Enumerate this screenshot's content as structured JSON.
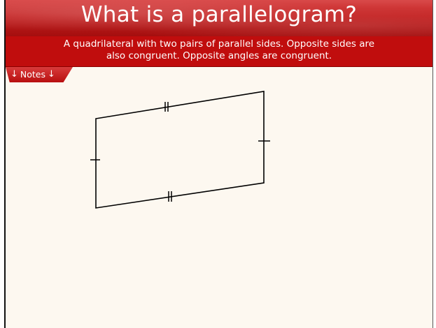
{
  "slide": {
    "title": "What is a parallelogram?",
    "subtitle_line1": "A quadrilateral with two pairs of parallel sides.  Opposite sides are",
    "subtitle_line2": "also congruent.  Opposite angles are congruent.",
    "notes_tab": {
      "left_icon": "down-arrow-icon",
      "label": "Notes",
      "right_icon": "down-arrow-icon"
    }
  },
  "colors": {
    "accent_red": "#c00d0d",
    "slide_background": "#fdf8f0",
    "shape_stroke": "#000000"
  },
  "figure": {
    "shape": "parallelogram",
    "tick_marks": {
      "single_tick_sides": [
        "left",
        "right"
      ],
      "double_tick_sides": [
        "top",
        "bottom"
      ]
    }
  }
}
